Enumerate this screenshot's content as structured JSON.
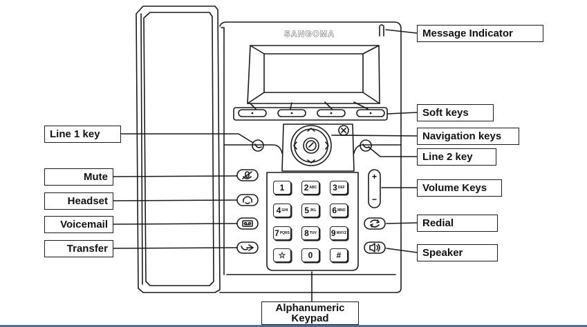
{
  "brand": {
    "logo_text": "SANGOMA"
  },
  "labels": {
    "message_indicator": "Message Indicator",
    "soft_keys": "Soft keys",
    "line1_key": "Line 1 key",
    "navigation_keys": "Navigation keys",
    "line2_key": "Line 2 key",
    "mute": "Mute",
    "volume_keys": "Volume Keys",
    "headset": "Headset",
    "voicemail": "Voicemail",
    "redial": "Redial",
    "transfer": "Transfer",
    "speaker": "Speaker",
    "keypad_line1": "Alphanumeric",
    "keypad_line2": "Keypad"
  },
  "keypad": [
    {
      "digit": "1",
      "letters": ""
    },
    {
      "digit": "2",
      "letters": "ABC"
    },
    {
      "digit": "3",
      "letters": "DEF"
    },
    {
      "digit": "4",
      "letters": "GHI"
    },
    {
      "digit": "5",
      "letters": "JKL"
    },
    {
      "digit": "6",
      "letters": "MNO"
    },
    {
      "digit": "7",
      "letters": "PQRS"
    },
    {
      "digit": "8",
      "letters": "TUV"
    },
    {
      "digit": "9",
      "letters": "WXYZ"
    },
    {
      "digit": "☆",
      "letters": ""
    },
    {
      "digit": "0",
      "letters": ""
    },
    {
      "digit": "#",
      "letters": ""
    }
  ],
  "volume": {
    "plus": "+",
    "minus": "−"
  },
  "icons": {
    "cancel": "close-icon",
    "ok": "ok-icon",
    "line1": "line-1-icon",
    "line2": "line-2-icon",
    "mute": "mute-icon",
    "headset": "headset-icon",
    "voicemail": "voicemail-icon",
    "transfer": "transfer-icon",
    "redial": "redial-icon",
    "speaker": "speaker-icon"
  }
}
